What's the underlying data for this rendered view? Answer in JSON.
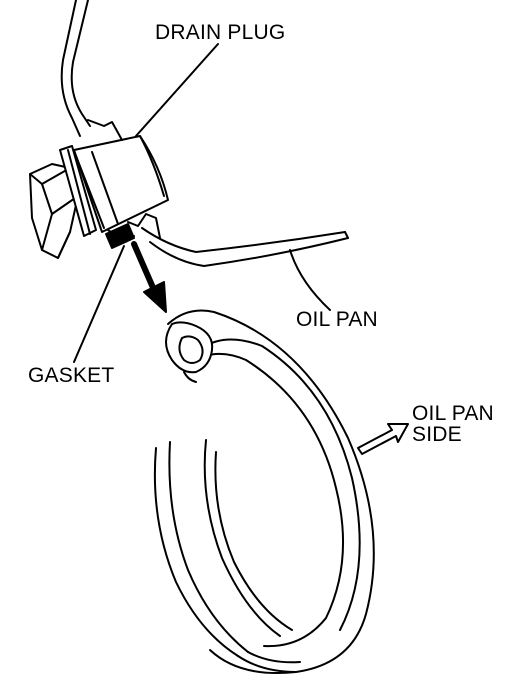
{
  "labels": {
    "drain_plug": "DRAIN PLUG",
    "oil_pan": "OIL PAN",
    "gasket": "GASKET",
    "oil_pan_side_line1": "OIL PAN",
    "oil_pan_side_line2": "SIDE"
  },
  "colors": {
    "ink": "#000000",
    "background": "#ffffff"
  },
  "icons": {
    "gasket_direction": "arrow-down-right-icon",
    "side_direction": "outline-arrow-icon"
  }
}
